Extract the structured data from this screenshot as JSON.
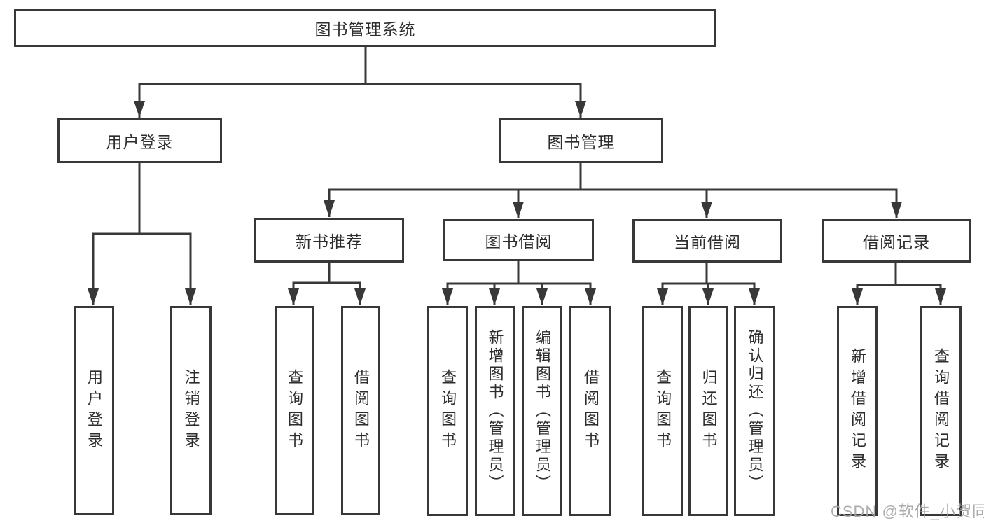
{
  "diagram": {
    "root": {
      "label": "图书管理系统"
    },
    "user_login": {
      "label": "用户登录",
      "children": [
        {
          "label": "用户登录"
        },
        {
          "label": "注销登录"
        }
      ]
    },
    "book_management": {
      "label": "图书管理",
      "sections": {
        "new_book_recommend": {
          "label": "新书推荐",
          "children": [
            {
              "label": "查询图书"
            },
            {
              "label": "借阅图书"
            }
          ]
        },
        "book_borrowing": {
          "label": "图书借阅",
          "children": [
            {
              "label": "查询图书"
            },
            {
              "label": "新增图书（管理员）"
            },
            {
              "label": "编辑图书（管理员）"
            },
            {
              "label": "借阅图书"
            }
          ]
        },
        "current_borrowing": {
          "label": "当前借阅",
          "children": [
            {
              "label": "查询图书"
            },
            {
              "label": "归还图书"
            },
            {
              "label": "确认归还（管理员）"
            }
          ]
        },
        "borrow_records": {
          "label": "借阅记录",
          "children": [
            {
              "label": "新增借阅记录"
            },
            {
              "label": "查询借阅记录"
            }
          ]
        }
      }
    }
  },
  "watermark": {
    "text": "CSDN @软件_小贺同学"
  },
  "colors": {
    "line": "#383838",
    "text": "#2d2d2d",
    "background": "#ffffff",
    "watermark": "#a5a5a5"
  }
}
